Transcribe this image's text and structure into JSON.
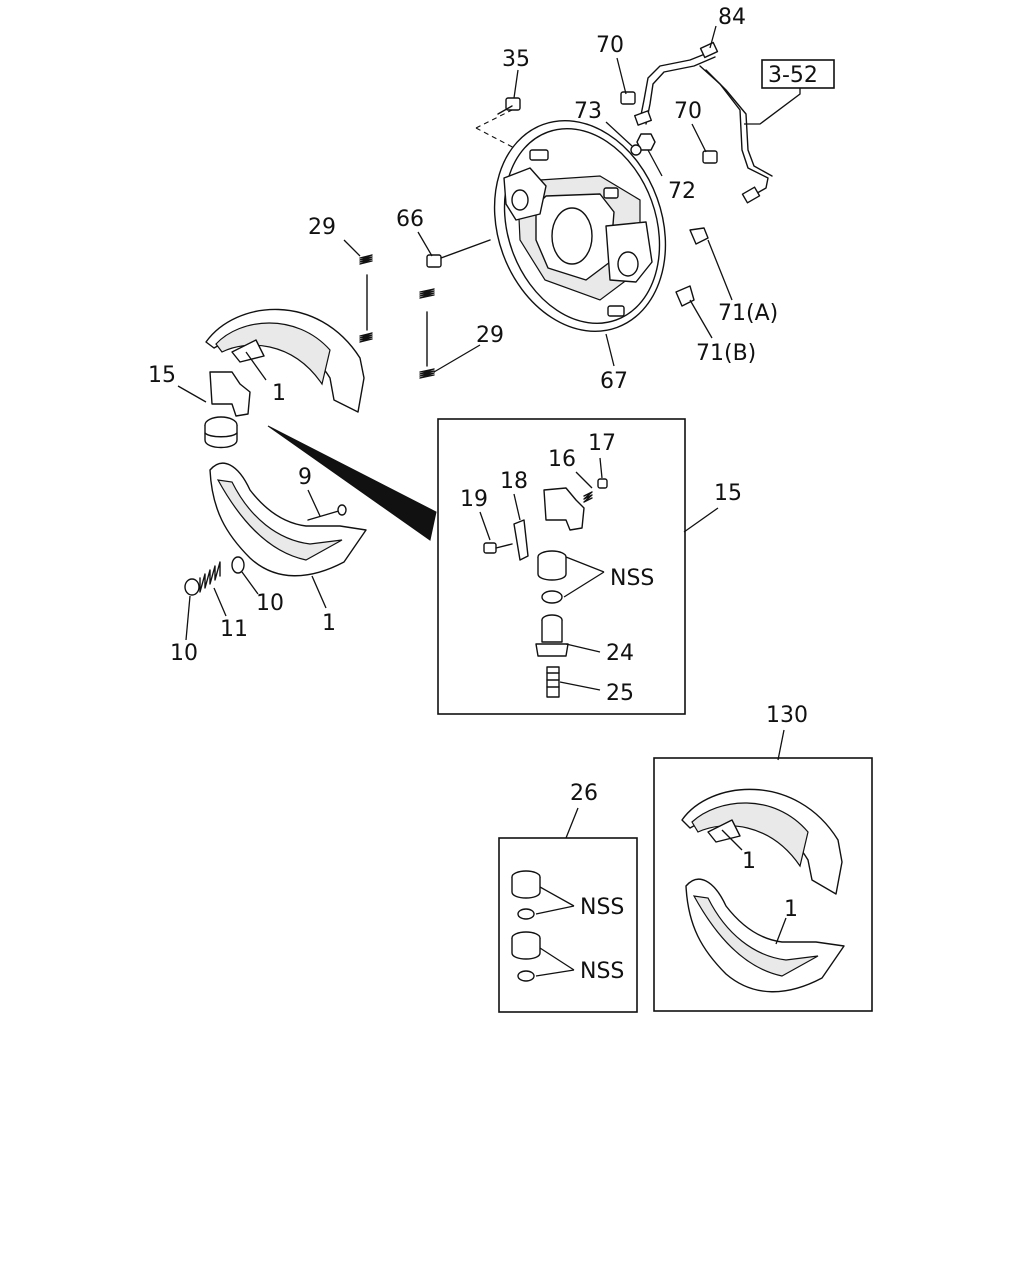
{
  "labels": {
    "l84": "84",
    "l70a": "70",
    "l35": "35",
    "ref": "3-52",
    "l73": "73",
    "l70b": "70",
    "l72": "72",
    "l66": "66",
    "l29a": "29",
    "l29b": "29",
    "l71a": "71(A)",
    "l71b": "71(B)",
    "l67": "67",
    "l15a": "15",
    "l1a": "1",
    "l9": "9",
    "l10a": "10",
    "l11": "11",
    "l10b": "10",
    "l1b": "1",
    "l17": "17",
    "l16": "16",
    "l18": "18",
    "l19": "19",
    "l15b": "15",
    "nss1": "NSS",
    "l24": "24",
    "l25": "25",
    "l130": "130",
    "l26": "26",
    "l1c": "1",
    "l1d": "1",
    "nss2": "NSS",
    "nss3": "NSS"
  }
}
